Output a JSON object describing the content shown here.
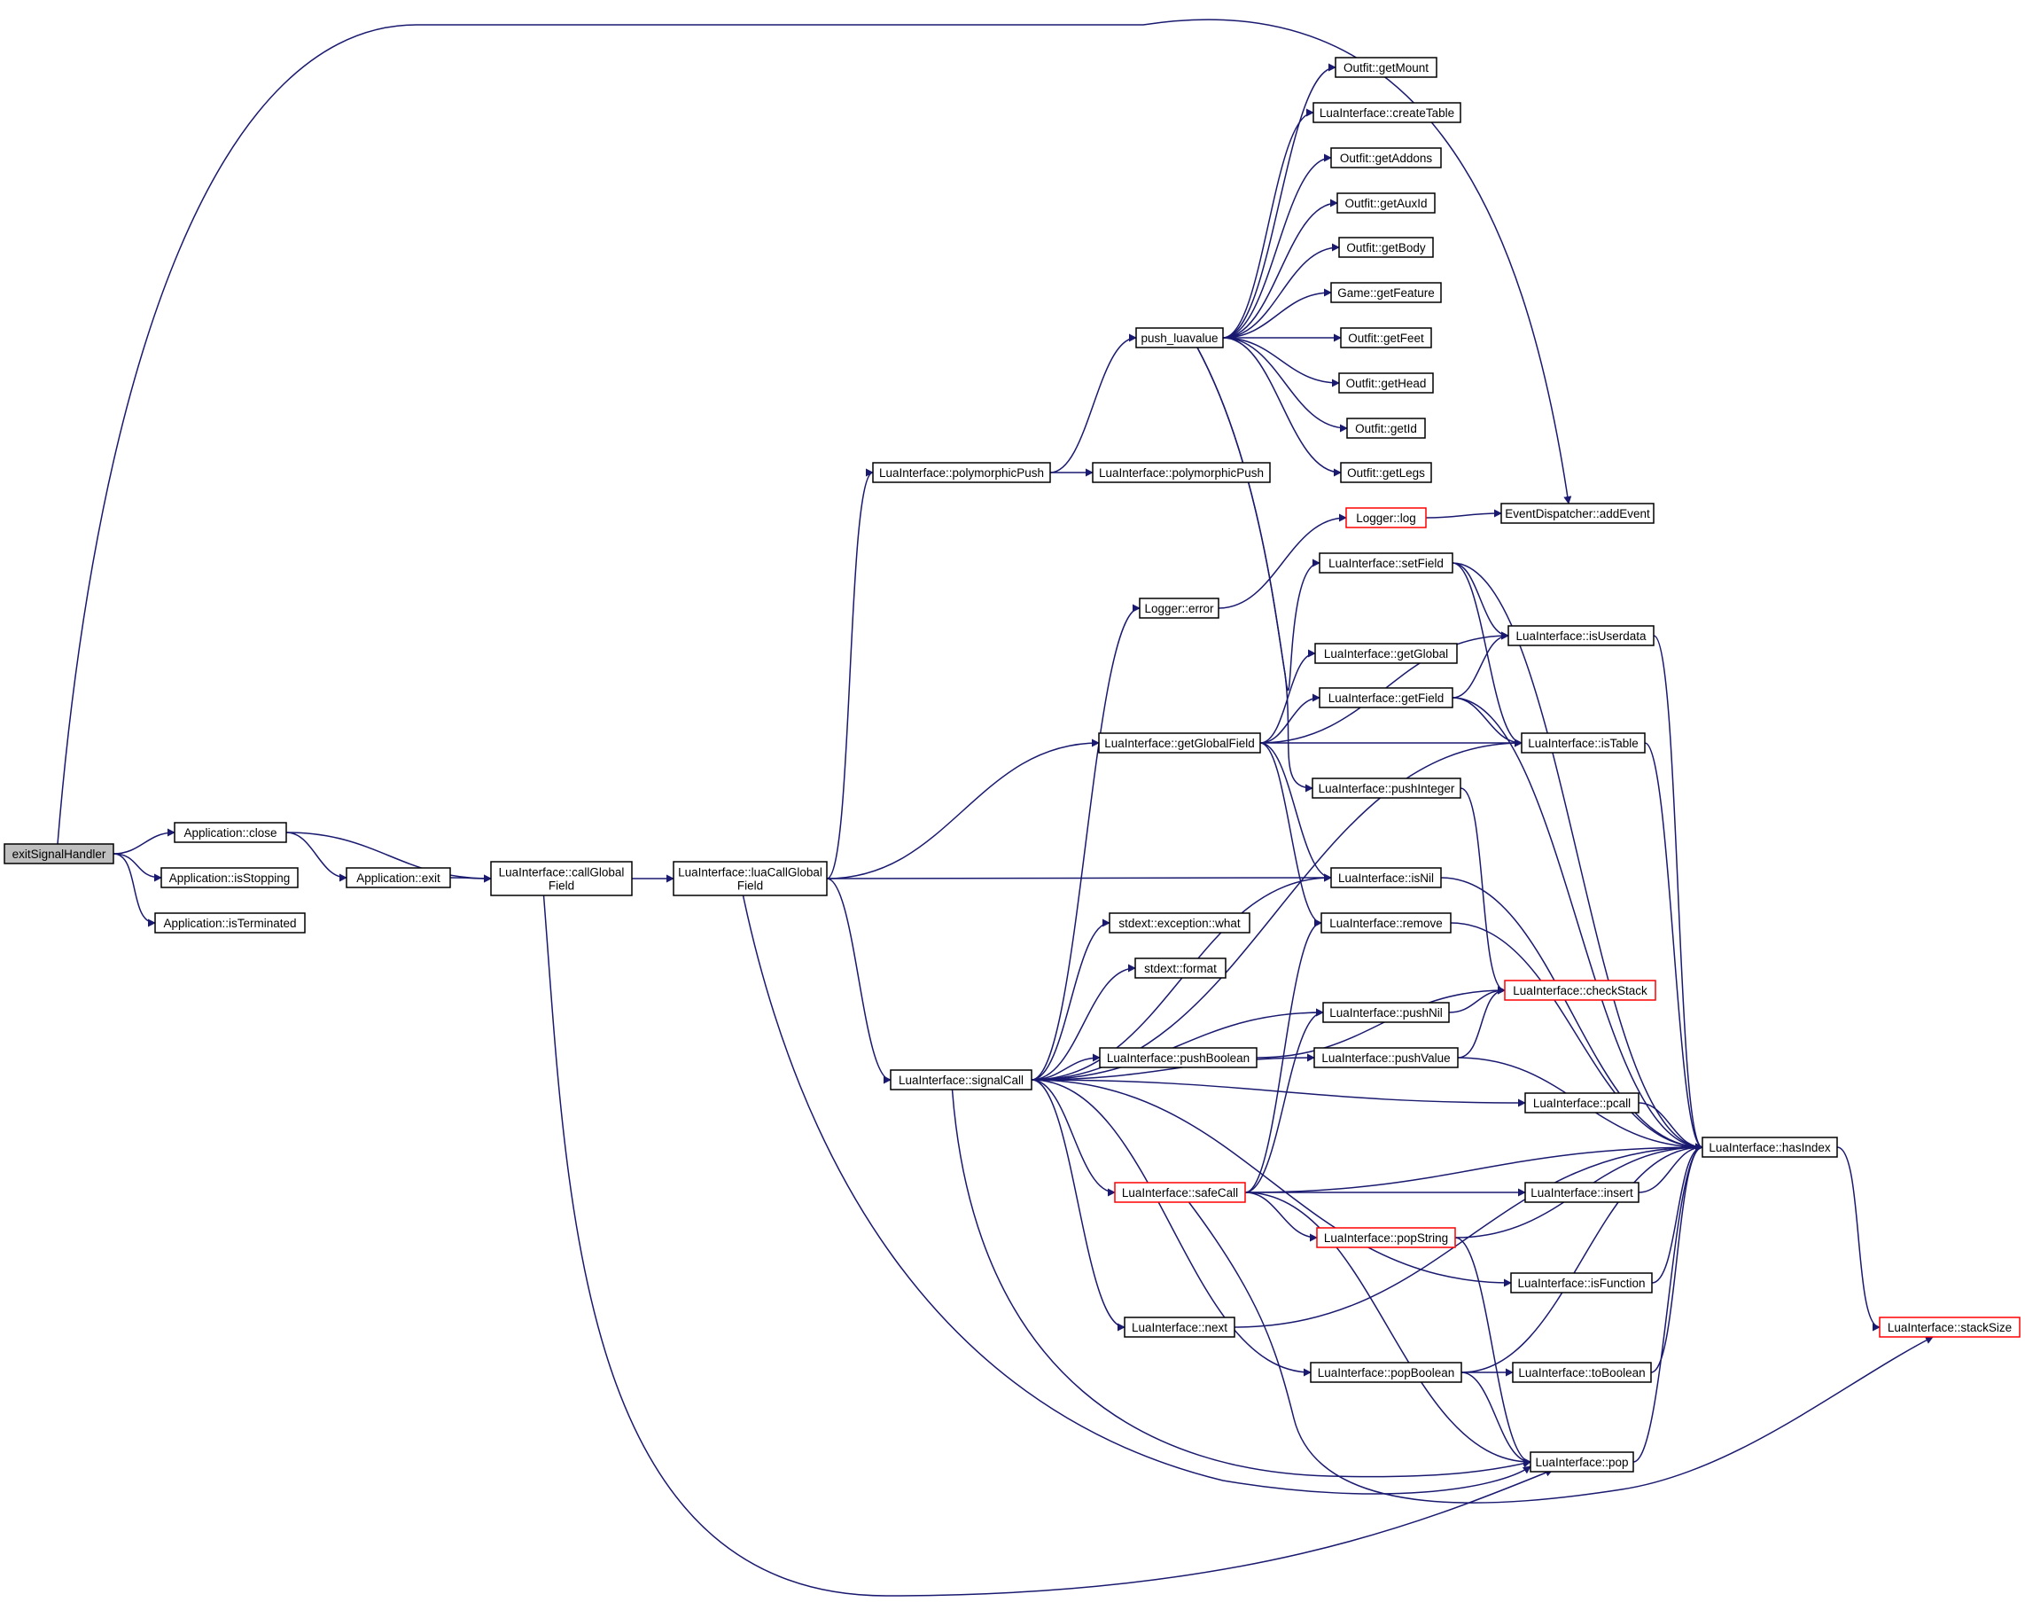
{
  "colors": {
    "edge": "#191970",
    "node_border": "#000000",
    "node_border_truncated": "#ff0000",
    "root_fill": "#bfbfbf",
    "background": "#ffffff"
  },
  "nodes": [
    {
      "id": "exitSignalHandler",
      "lines": [
        "exitSignalHandler"
      ],
      "root": true
    },
    {
      "id": "app_close",
      "lines": [
        "Application::close"
      ]
    },
    {
      "id": "app_isStopping",
      "lines": [
        "Application::isStopping"
      ]
    },
    {
      "id": "app_isTerminated",
      "lines": [
        "Application::isTerminated"
      ]
    },
    {
      "id": "app_exit",
      "lines": [
        "Application::exit"
      ]
    },
    {
      "id": "li_callGlobalField",
      "lines": [
        "LuaInterface::callGlobal",
        "Field"
      ]
    },
    {
      "id": "li_luaCallGlobalField",
      "lines": [
        "LuaInterface::luaCallGlobal",
        "Field"
      ]
    },
    {
      "id": "li_polymorphicPush1",
      "lines": [
        "LuaInterface::polymorphicPush"
      ]
    },
    {
      "id": "li_polymorphicPush2",
      "lines": [
        "LuaInterface::polymorphicPush"
      ]
    },
    {
      "id": "push_luavalue",
      "lines": [
        "push_luavalue"
      ]
    },
    {
      "id": "outfit_getMount",
      "lines": [
        "Outfit::getMount"
      ]
    },
    {
      "id": "li_createTable",
      "lines": [
        "LuaInterface::createTable"
      ]
    },
    {
      "id": "outfit_getAddons",
      "lines": [
        "Outfit::getAddons"
      ]
    },
    {
      "id": "outfit_getAuxId",
      "lines": [
        "Outfit::getAuxId"
      ]
    },
    {
      "id": "outfit_getBody",
      "lines": [
        "Outfit::getBody"
      ]
    },
    {
      "id": "game_getFeature",
      "lines": [
        "Game::getFeature"
      ]
    },
    {
      "id": "outfit_getFeet",
      "lines": [
        "Outfit::getFeet"
      ]
    },
    {
      "id": "outfit_getHead",
      "lines": [
        "Outfit::getHead"
      ]
    },
    {
      "id": "outfit_getId",
      "lines": [
        "Outfit::getId"
      ]
    },
    {
      "id": "outfit_getLegs",
      "lines": [
        "Outfit::getLegs"
      ]
    },
    {
      "id": "logger_log",
      "lines": [
        "Logger::log"
      ],
      "truncated": true
    },
    {
      "id": "ed_addEvent",
      "lines": [
        "EventDispatcher::addEvent"
      ]
    },
    {
      "id": "li_setField",
      "lines": [
        "LuaInterface::setField"
      ]
    },
    {
      "id": "logger_error",
      "lines": [
        "Logger::error"
      ]
    },
    {
      "id": "li_isUserdata",
      "lines": [
        "LuaInterface::isUserdata"
      ]
    },
    {
      "id": "li_getGlobal",
      "lines": [
        "LuaInterface::getGlobal"
      ]
    },
    {
      "id": "li_getField",
      "lines": [
        "LuaInterface::getField"
      ]
    },
    {
      "id": "li_getGlobalField",
      "lines": [
        "LuaInterface::getGlobalField"
      ]
    },
    {
      "id": "li_isTable",
      "lines": [
        "LuaInterface::isTable"
      ]
    },
    {
      "id": "li_pushInteger",
      "lines": [
        "LuaInterface::pushInteger"
      ]
    },
    {
      "id": "li_isNil",
      "lines": [
        "LuaInterface::isNil"
      ]
    },
    {
      "id": "stdext_what",
      "lines": [
        "stdext::exception::what"
      ]
    },
    {
      "id": "li_remove",
      "lines": [
        "LuaInterface::remove"
      ]
    },
    {
      "id": "stdext_format",
      "lines": [
        "stdext::format"
      ]
    },
    {
      "id": "li_checkStack",
      "lines": [
        "LuaInterface::checkStack"
      ],
      "truncated": true
    },
    {
      "id": "li_pushNil",
      "lines": [
        "LuaInterface::pushNil"
      ]
    },
    {
      "id": "li_pushBoolean",
      "lines": [
        "LuaInterface::pushBoolean"
      ]
    },
    {
      "id": "li_pushValue",
      "lines": [
        "LuaInterface::pushValue"
      ]
    },
    {
      "id": "li_signalCall",
      "lines": [
        "LuaInterface::signalCall"
      ]
    },
    {
      "id": "li_pcall",
      "lines": [
        "LuaInterface::pcall"
      ]
    },
    {
      "id": "li_hasIndex",
      "lines": [
        "LuaInterface::hasIndex"
      ]
    },
    {
      "id": "li_safeCall",
      "lines": [
        "LuaInterface::safeCall"
      ],
      "truncated": true
    },
    {
      "id": "li_insert",
      "lines": [
        "LuaInterface::insert"
      ]
    },
    {
      "id": "li_popString",
      "lines": [
        "LuaInterface::popString"
      ],
      "truncated": true
    },
    {
      "id": "li_isFunction",
      "lines": [
        "LuaInterface::isFunction"
      ]
    },
    {
      "id": "li_stackSize",
      "lines": [
        "LuaInterface::stackSize"
      ],
      "truncated": true
    },
    {
      "id": "li_next",
      "lines": [
        "LuaInterface::next"
      ]
    },
    {
      "id": "li_popBoolean",
      "lines": [
        "LuaInterface::popBoolean"
      ]
    },
    {
      "id": "li_toBoolean",
      "lines": [
        "LuaInterface::toBoolean"
      ]
    },
    {
      "id": "li_pop",
      "lines": [
        "LuaInterface::pop"
      ]
    }
  ],
  "edges": [
    [
      "exitSignalHandler",
      "ed_addEvent"
    ],
    [
      "exitSignalHandler",
      "app_close"
    ],
    [
      "exitSignalHandler",
      "app_isStopping"
    ],
    [
      "exitSignalHandler",
      "app_isTerminated"
    ],
    [
      "app_close",
      "app_exit"
    ],
    [
      "app_close",
      "li_callGlobalField"
    ],
    [
      "app_exit",
      "li_callGlobalField"
    ],
    [
      "li_callGlobalField",
      "li_luaCallGlobalField"
    ],
    [
      "li_callGlobalField",
      "li_pop"
    ],
    [
      "li_luaCallGlobalField",
      "li_polymorphicPush1"
    ],
    [
      "li_luaCallGlobalField",
      "li_getGlobalField"
    ],
    [
      "li_luaCallGlobalField",
      "li_isNil"
    ],
    [
      "li_luaCallGlobalField",
      "li_signalCall"
    ],
    [
      "li_luaCallGlobalField",
      "li_pop"
    ],
    [
      "li_polymorphicPush1",
      "li_polymorphicPush2"
    ],
    [
      "li_polymorphicPush1",
      "push_luavalue"
    ],
    [
      "push_luavalue",
      "outfit_getMount"
    ],
    [
      "push_luavalue",
      "li_createTable"
    ],
    [
      "push_luavalue",
      "outfit_getAddons"
    ],
    [
      "push_luavalue",
      "outfit_getAuxId"
    ],
    [
      "push_luavalue",
      "outfit_getBody"
    ],
    [
      "push_luavalue",
      "game_getFeature"
    ],
    [
      "push_luavalue",
      "outfit_getFeet"
    ],
    [
      "push_luavalue",
      "outfit_getHead"
    ],
    [
      "push_luavalue",
      "outfit_getId"
    ],
    [
      "push_luavalue",
      "outfit_getLegs"
    ],
    [
      "push_luavalue",
      "li_setField"
    ],
    [
      "push_luavalue",
      "li_pushInteger"
    ],
    [
      "logger_log",
      "ed_addEvent"
    ],
    [
      "logger_error",
      "logger_log"
    ],
    [
      "li_setField",
      "li_isUserdata"
    ],
    [
      "li_setField",
      "li_isTable"
    ],
    [
      "li_setField",
      "li_hasIndex"
    ],
    [
      "li_getGlobalField",
      "li_getGlobal"
    ],
    [
      "li_getGlobalField",
      "li_getField"
    ],
    [
      "li_getGlobalField",
      "li_isUserdata"
    ],
    [
      "li_getGlobalField",
      "li_isTable"
    ],
    [
      "li_getGlobalField",
      "li_isNil"
    ],
    [
      "li_getGlobalField",
      "li_remove"
    ],
    [
      "li_getField",
      "li_isUserdata"
    ],
    [
      "li_getField",
      "li_isTable"
    ],
    [
      "li_getField",
      "li_hasIndex"
    ],
    [
      "li_isUserdata",
      "li_hasIndex"
    ],
    [
      "li_isTable",
      "li_hasIndex"
    ],
    [
      "li_pushInteger",
      "li_checkStack"
    ],
    [
      "li_isNil",
      "li_hasIndex"
    ],
    [
      "li_remove",
      "li_hasIndex"
    ],
    [
      "li_pushNil",
      "li_checkStack"
    ],
    [
      "li_pushBoolean",
      "li_checkStack"
    ],
    [
      "li_pushValue",
      "li_checkStack"
    ],
    [
      "li_pushValue",
      "li_hasIndex"
    ],
    [
      "li_signalCall",
      "logger_error"
    ],
    [
      "li_signalCall",
      "stdext_what"
    ],
    [
      "li_signalCall",
      "stdext_format"
    ],
    [
      "li_signalCall",
      "li_pushBoolean"
    ],
    [
      "li_signalCall",
      "li_isNil"
    ],
    [
      "li_signalCall",
      "li_isTable"
    ],
    [
      "li_signalCall",
      "li_pushNil"
    ],
    [
      "li_signalCall",
      "li_pushValue"
    ],
    [
      "li_signalCall",
      "li_pcall"
    ],
    [
      "li_signalCall",
      "li_safeCall"
    ],
    [
      "li_signalCall",
      "li_isFunction"
    ],
    [
      "li_signalCall",
      "li_next"
    ],
    [
      "li_signalCall",
      "li_popBoolean"
    ],
    [
      "li_signalCall",
      "li_pop"
    ],
    [
      "li_safeCall",
      "li_pushNil"
    ],
    [
      "li_safeCall",
      "li_remove"
    ],
    [
      "li_safeCall",
      "li_hasIndex"
    ],
    [
      "li_safeCall",
      "li_insert"
    ],
    [
      "li_safeCall",
      "li_popString"
    ],
    [
      "li_safeCall",
      "li_pop"
    ],
    [
      "li_safeCall",
      "li_stackSize"
    ],
    [
      "li_pcall",
      "li_hasIndex"
    ],
    [
      "li_insert",
      "li_hasIndex"
    ],
    [
      "li_popString",
      "li_hasIndex"
    ],
    [
      "li_popString",
      "li_pop"
    ],
    [
      "li_isFunction",
      "li_hasIndex"
    ],
    [
      "li_next",
      "li_hasIndex"
    ],
    [
      "li_popBoolean",
      "li_toBoolean"
    ],
    [
      "li_popBoolean",
      "li_pop"
    ],
    [
      "li_popBoolean",
      "li_hasIndex"
    ],
    [
      "li_toBoolean",
      "li_hasIndex"
    ],
    [
      "li_pop",
      "li_hasIndex"
    ],
    [
      "li_hasIndex",
      "li_stackSize"
    ]
  ]
}
